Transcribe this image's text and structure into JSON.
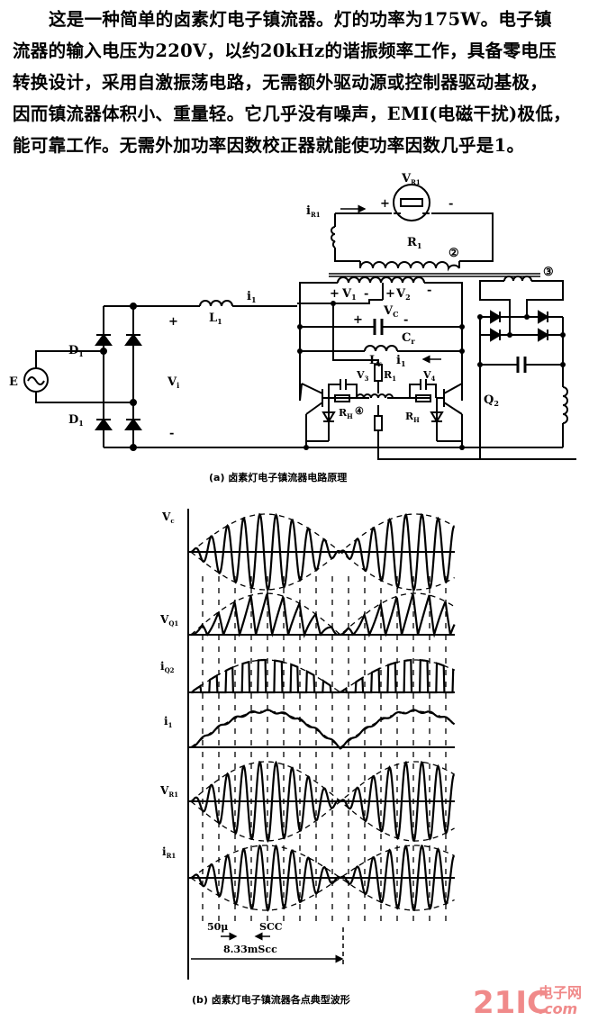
{
  "paragraph": [
    "这是一种简单的卤素灯电子镇流器。灯的功率为175W。电子镇",
    "流器的输入电压为220V，以约20kHz的谐振频率工作，具备零电压",
    "转换设计，采用自激振荡电路，无需额外驱动源或控制器驱动基极，",
    "因而镇流器体积小、重量轻。它几乎没有噪声，EMI(电磁干扰)极低，",
    "能可靠工作。无需外加功率因数校正器就能使功率因数几乎是1。"
  ],
  "circuit": {
    "E": "E",
    "D1a": {
      "t": "D",
      "s": "1"
    },
    "D1b": {
      "t": "D",
      "s": "1"
    },
    "Vi": {
      "t": "V",
      "s": "i"
    },
    "plus": "+",
    "minus": "-",
    "L1": {
      "t": "L",
      "s": "1"
    },
    "i1": {
      "t": "i",
      "s": "1"
    },
    "iR1": {
      "t": "i",
      "s": "R1"
    },
    "VR1": {
      "t": "V",
      "s": "R1"
    },
    "R1": {
      "t": "R",
      "s": "1"
    },
    "n2": "②",
    "n3": "③",
    "n4": "④",
    "V1": {
      "t": "V",
      "s": "1"
    },
    "V2": {
      "t": "V",
      "s": "2"
    },
    "Vc": {
      "t": "V",
      "s": "C"
    },
    "Cr": {
      "t": "C",
      "s": "r"
    },
    "Lr": {
      "t": "L",
      "s": "r"
    },
    "i1b": {
      "t": "i",
      "s": "1"
    },
    "V3": {
      "t": "V",
      "s": "3"
    },
    "R1b": {
      "t": "R",
      "s": "1"
    },
    "V4": {
      "t": "V",
      "s": "4"
    },
    "RHa": {
      "t": "R",
      "s": "H"
    },
    "RHb": {
      "t": "R",
      "s": "H"
    },
    "Q2": {
      "t": "Q",
      "s": "2"
    }
  },
  "caption_a": "(a) 卤素灯电子镇流器电路原理",
  "waveforms": {
    "labels": [
      {
        "t": "V",
        "s": "c"
      },
      {
        "t": "V",
        "s": "Q1"
      },
      {
        "t": "i",
        "s": "Q2"
      },
      {
        "t": "i",
        "s": "1"
      },
      {
        "t": "V",
        "s": "R1"
      },
      {
        "t": "i",
        "s": "R1"
      }
    ],
    "period_label": "50μ",
    "scc_label": "SCC",
    "half_cycle_label": "8.33mScc"
  },
  "caption_b": "(b) 卤素灯电子镇流器各点典型波形",
  "watermark": {
    "main": "21IC",
    "cn": "电子网",
    "dom": ".com",
    "color": "#f08a8a"
  }
}
